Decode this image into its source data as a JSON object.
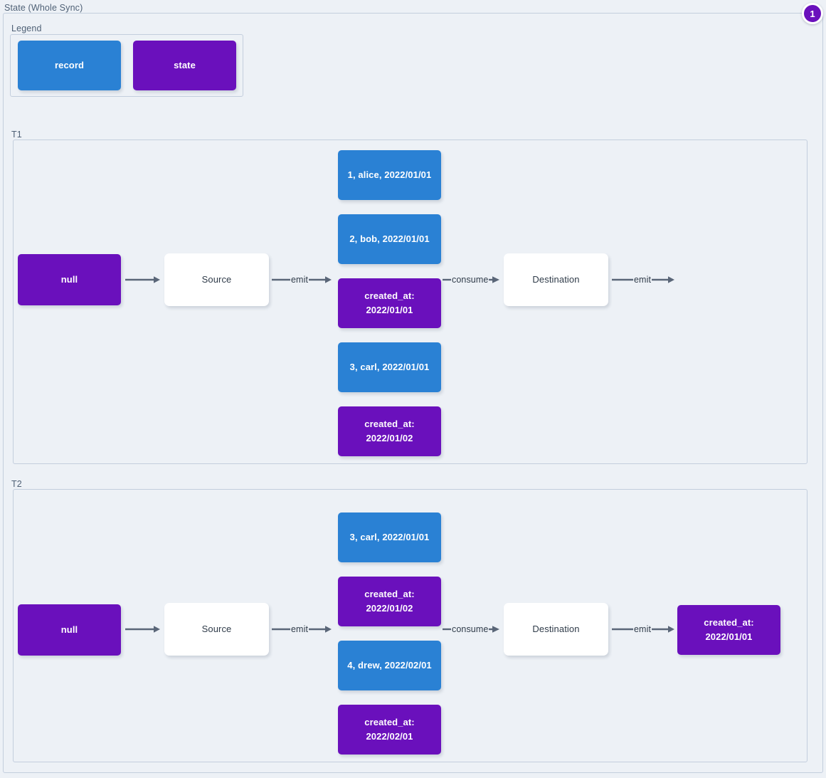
{
  "diagram": {
    "title": "State (Whole Sync)",
    "badge": "1",
    "colors": {
      "record": "#2a81d4",
      "state": "#6a10bc",
      "process": "#ffffff",
      "background": "#edf1f6",
      "border": "#c3cedd",
      "arrow": "#5a6678",
      "title_text": "#4f6176"
    }
  },
  "legend": {
    "title": "Legend",
    "items": [
      {
        "label": "record",
        "kind": "record"
      },
      {
        "label": "state",
        "kind": "state"
      }
    ]
  },
  "sections": [
    {
      "title": "T1",
      "initial_state": "null",
      "source": "Source",
      "destination": "Destination",
      "emit_label_1": "emit",
      "consume_label": "consume",
      "emit_label_2": "emit",
      "stream": [
        {
          "label": "1, alice, 2022/01/01",
          "kind": "record"
        },
        {
          "label": "2, bob, 2022/01/01",
          "kind": "record"
        },
        {
          "label": "created_at:\n2022/01/01",
          "kind": "state"
        },
        {
          "label": "3, carl, 2022/01/01",
          "kind": "record"
        },
        {
          "label": "created_at:\n2022/01/02",
          "kind": "state"
        }
      ],
      "output": null
    },
    {
      "title": "T2",
      "initial_state": "null",
      "source": "Source",
      "destination": "Destination",
      "emit_label_1": "emit",
      "consume_label": "consume",
      "emit_label_2": "emit",
      "stream": [
        {
          "label": "3, carl, 2022/01/01",
          "kind": "record"
        },
        {
          "label": "created_at:\n2022/01/02",
          "kind": "state"
        },
        {
          "label": "4, drew, 2022/02/01",
          "kind": "record"
        },
        {
          "label": "created_at:\n2022/02/01",
          "kind": "state"
        }
      ],
      "output": {
        "label": "created_at:\n2022/01/01",
        "kind": "state"
      }
    }
  ]
}
